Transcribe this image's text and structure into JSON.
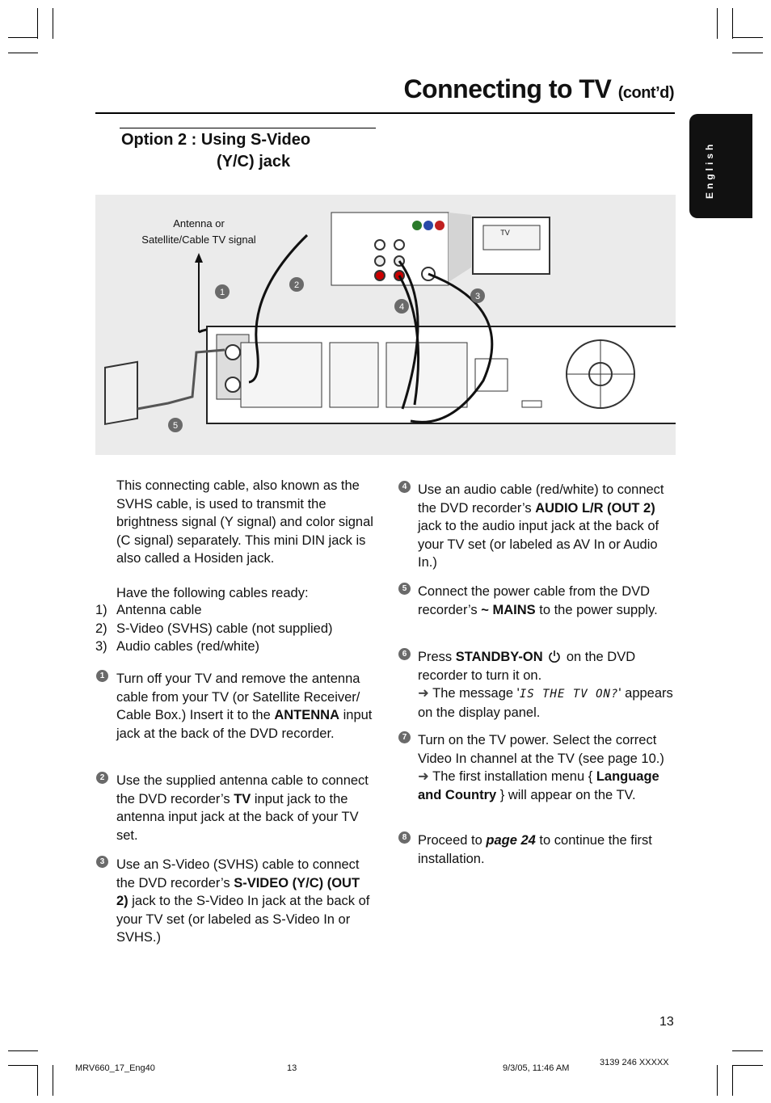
{
  "header": {
    "title": "Connecting to TV",
    "title_suffix": "(cont’d)",
    "language_tab": "English"
  },
  "option": {
    "line1": "Option 2 :  Using S-Video",
    "line2": "(Y/C) jack"
  },
  "figure": {
    "antenna_label_line1": "Antenna or",
    "antenna_label_line2": "Satellite/Cable TV signal",
    "tv_label": "TV",
    "step_markers": [
      "1",
      "2",
      "3",
      "4",
      "5"
    ]
  },
  "intro": {
    "para1": "This connecting cable, also known as the SVHS cable, is used to transmit the brightness signal (Y signal) and color signal (C signal) separately.  This mini DIN jack is also called a Hosiden jack.",
    "para2": "Have the following cables ready:",
    "cables": [
      {
        "n": "1)",
        "text": "Antenna cable"
      },
      {
        "n": "2)",
        "text": "S-Video (SVHS) cable (not supplied)"
      },
      {
        "n": "3)",
        "text": "Audio cables (red/white)"
      }
    ]
  },
  "steps": {
    "s1": {
      "num": "1",
      "pre": "Turn off your TV and remove the antenna cable from your TV (or Satellite Receiver/ Cable Box.)  Insert it to the ",
      "bold": "ANTENNA",
      "post": " input jack at the back of the DVD recorder."
    },
    "s2": {
      "num": "2",
      "pre": "Use the supplied antenna cable to connect the DVD recorder’s ",
      "bold": "TV",
      "post": " input jack to the antenna input jack at the back of your TV set."
    },
    "s3": {
      "num": "3",
      "pre": "Use an S-Video (SVHS) cable to connect the DVD recorder’s ",
      "bold": "S-VIDEO (Y/C) (OUT 2)",
      "post": " jack to the S-Video In jack at the back of your TV set (or labeled as S-Video In or SVHS.)"
    },
    "s4": {
      "num": "4",
      "pre": "Use an audio cable (red/white) to connect the DVD recorder’s ",
      "bold": "AUDIO L/R (OUT 2)",
      "post": " jack to the audio input jack at the back of your TV set (or labeled as AV In or Audio In.)"
    },
    "s5": {
      "num": "5",
      "pre": "Connect the power cable from the DVD recorder’s ",
      "bold": "~ MAINS",
      "post": " to the power supply."
    },
    "s6": {
      "num": "6",
      "pre": "Press ",
      "bold": "STANDBY-ON",
      "post": " on the DVD recorder to turn it on.",
      "note_pre": "The message '",
      "lcd": "IS THE TV ON?",
      "note_post": "' appears on the display panel."
    },
    "s7": {
      "num": "7",
      "text": "Turn on the TV power.  Select the correct Video In channel at the TV (see page 10.)",
      "note_pre": "The first installation menu { ",
      "bold": "Language and Country",
      "note_post": " } will appear on the TV."
    },
    "s8": {
      "num": "8",
      "pre": "Proceed to ",
      "bold": "page 24",
      "post": " to continue the first installation."
    }
  },
  "page_number": "13",
  "footer": {
    "file": "MRV660_17_Eng40",
    "page": "13",
    "date": "9/3/05, 11:46 AM",
    "code": "3139 246 XXXXX"
  }
}
